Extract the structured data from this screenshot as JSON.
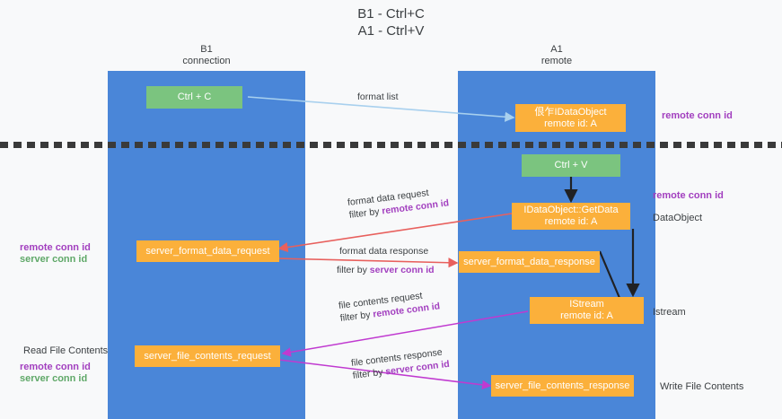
{
  "title": {
    "line1": "B1 - Ctrl+C",
    "line2": "A1 - Ctrl+V"
  },
  "lanes": [
    {
      "id": "b1",
      "title": "B1",
      "subtitle": "connection"
    },
    {
      "id": "a1",
      "title": "A1",
      "subtitle": "remote"
    }
  ],
  "nodes": {
    "ctrl_c": {
      "label": "Ctrl + C"
    },
    "ctrl_v": {
      "label": "Ctrl + V"
    },
    "idataobject": {
      "line1": "佷乍IDataObject",
      "line2": "remote id: A"
    },
    "getdata": {
      "line1": "IDataObject::GetData",
      "line2": "remote id: A"
    },
    "istream": {
      "line1": "IStream",
      "line2": "remote id: A"
    },
    "server_format_data_request": {
      "label": "server_format_data_request"
    },
    "server_format_data_response": {
      "label": "server_format_data_response"
    },
    "server_file_contents_request": {
      "label": "server_file_contents_request"
    },
    "server_file_contents_response": {
      "label": "server_file_contents_response"
    }
  },
  "edges": {
    "format_list": {
      "label": "format list"
    },
    "format_data_request": {
      "line1": "format data request",
      "filter_prefix": "filter by ",
      "filter_key": "remote conn id"
    },
    "format_data_response": {
      "line1": "format data response",
      "filter_prefix": "filter by ",
      "filter_key": "server conn id"
    },
    "file_contents_request": {
      "line1": "file contents request",
      "filter_prefix": "filter by ",
      "filter_key": "remote conn id"
    },
    "file_contents_response": {
      "line1": "file contents response",
      "filter_prefix": "filter by ",
      "filter_key": "server conn id"
    }
  },
  "annotations": {
    "right_remote_conn_id_top": "remote conn id",
    "right_remote_conn_id_mid": "remote conn id",
    "right_dataobject": "DataObject",
    "right_istream": "Istream",
    "right_write_file_contents": "Write File Contents",
    "left_remote_conn_id": "remote conn id",
    "left_server_conn_id": "server conn id",
    "left_read_file_contents": "Read File Contents",
    "left_remote_conn_id_2": "remote conn id",
    "left_server_conn_id_2": "server conn id"
  },
  "colors": {
    "lane": "#4a86d8",
    "green_node": "#7bc47f",
    "orange_node": "#fbb03b",
    "background": "#f8f9fa",
    "edge_blue": "#a8d0ee",
    "edge_red": "#e8605d",
    "edge_magenta": "#c03ad0",
    "edge_black": "#202124",
    "key_purple": "#a23fbf",
    "key_green": "#5fa868"
  }
}
